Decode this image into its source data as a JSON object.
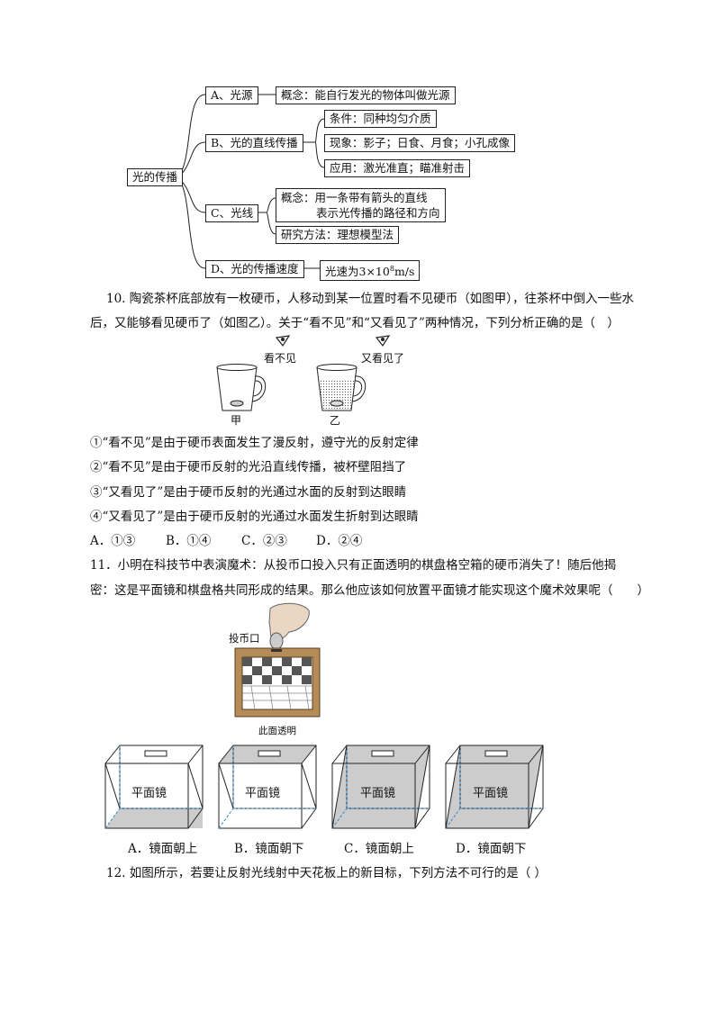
{
  "concept_map": {
    "root": "光的传播",
    "a_title": "A、光源",
    "a_concept": "概念：能自行发光的物体叫做光源",
    "b_title": "B、光的直线传播",
    "b_condition": "条件：同种均匀介质",
    "b_phenomenon": "现象：影子；日食、月食；小孔成像",
    "b_application": "应用：激光准直；瞄准射击",
    "c_title": "C、光线",
    "c_concept_line1": "概念：用一条带有箭头的直线",
    "c_concept_line2": "表示光传播的路径和方向",
    "c_method": "研究方法：理想模型法",
    "d_title": "D、光的传播速度",
    "d_speed_prefix": "光速为3×10",
    "d_speed_exp": "8",
    "d_speed_unit": "m/s"
  },
  "q10": {
    "stem_line1": "10. 陶瓷茶杯底部放有一枚硬币，人移动到某一位置时看不见硬币（如图甲），往茶杯中倒入一些水",
    "stem_line2": "后，又能够看见硬币了（如图乙）。关于“看不见”和“又看见了”两种情况，下列分析正确的是（　）",
    "label_cannot_see": "看不见",
    "label_see_again": "又看见了",
    "cup_a_label": "甲",
    "cup_b_label": "乙",
    "statements": [
      "①“看不见”是由于硬币表面发生了漫反射，遵守光的反射定律",
      "②“看不见”是由于硬币反射的光沿直线传播，被杯壁阻挡了",
      "③“又看见了”是由于硬币反射的光通过水面的反射到达眼睛",
      "④“又看见了”是由于硬币反射的光通过水面发生折射到达眼睛"
    ],
    "options": [
      "A．①③",
      "B．①④",
      "C．②③",
      "D．②④"
    ]
  },
  "q11": {
    "stem_line1": "11．小明在科技节中表演魔术：从投币口投入只有正面透明的棋盘格空箱的硬币消失了！随后他揭",
    "stem_line2": "密：这是平面镜和棋盘格共同形成的结果。那么他应该如何放置平面镜才能实现这个魔术效果呢（　　）",
    "label_slot": "投币口",
    "label_front": "此面透明",
    "mirror_label": "平面镜",
    "options": [
      "A．镜面朝上",
      "B．镜面朝下",
      "C．镜面朝上",
      "D．镜面朝下"
    ]
  },
  "q12": {
    "stem": "12. 如图所示，若要让反射光线射中天花板上的新目标，下列方法不可行的是（ ）"
  }
}
